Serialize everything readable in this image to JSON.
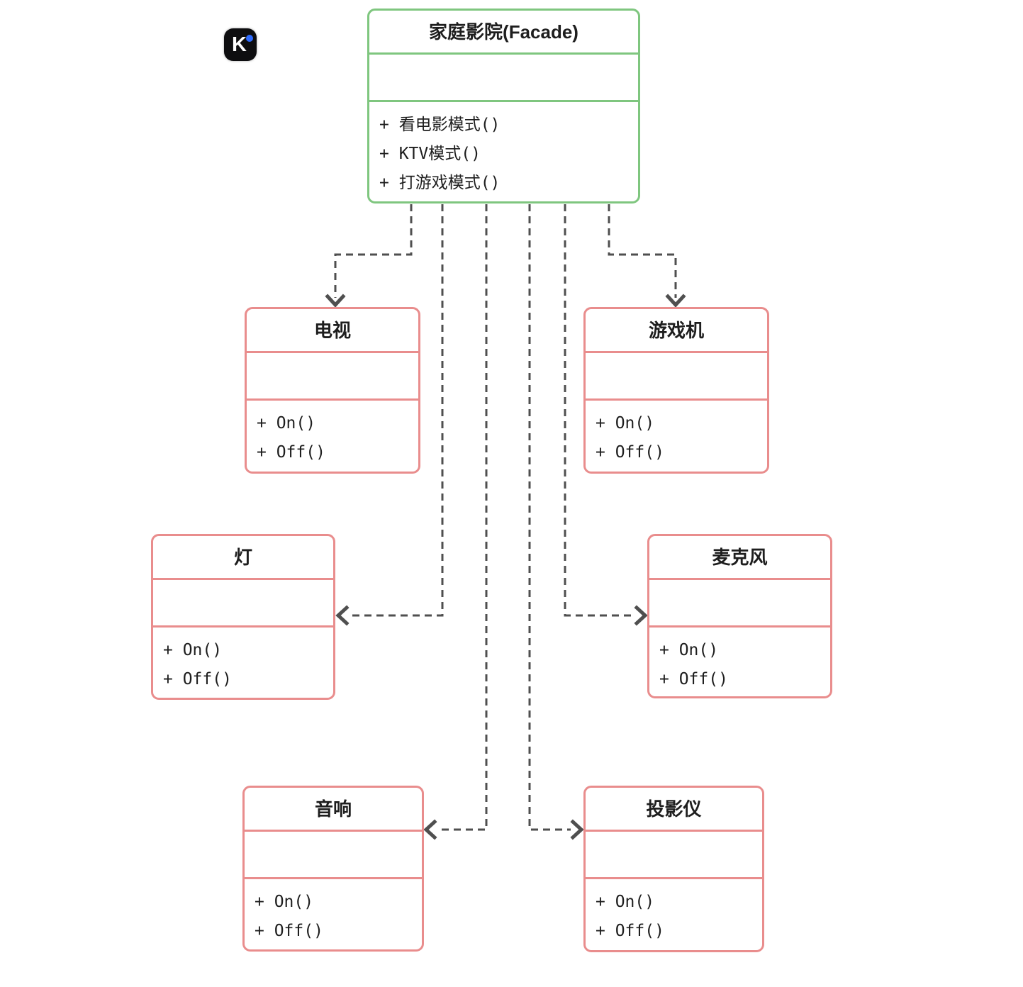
{
  "diagram": {
    "logo": {
      "letter": "K"
    },
    "facade": {
      "title": "家庭影院(Facade)",
      "attributes": [],
      "methods": [
        "+ 看电影模式()",
        "+ KTV模式()",
        "+ 打游戏模式()"
      ]
    },
    "classes": [
      {
        "title": "电视",
        "attributes": [],
        "methods": [
          "+ On()",
          "+ Off()"
        ]
      },
      {
        "title": "游戏机",
        "attributes": [],
        "methods": [
          "+ On()",
          "+ Off()"
        ]
      },
      {
        "title": "灯",
        "attributes": [],
        "methods": [
          "+ On()",
          "+ Off()"
        ]
      },
      {
        "title": "麦克风",
        "attributes": [],
        "methods": [
          "+ On()",
          "+ Off()"
        ]
      },
      {
        "title": "音响",
        "attributes": [],
        "methods": [
          "+ On()",
          "+ Off()"
        ]
      },
      {
        "title": "投影仪",
        "attributes": [],
        "methods": [
          "+ On()",
          "+ Off()"
        ]
      }
    ],
    "relations": [
      "facade-to-tv",
      "facade-to-light",
      "facade-to-speaker",
      "facade-to-projector",
      "facade-to-microphone",
      "facade-to-gameconsole"
    ],
    "colors": {
      "facade_border": "#7fc67f",
      "component_border": "#e98d8d",
      "connector": "#4f4f4f",
      "logo_background": "#0e0e10",
      "logo_dot": "#2e6bff"
    }
  }
}
